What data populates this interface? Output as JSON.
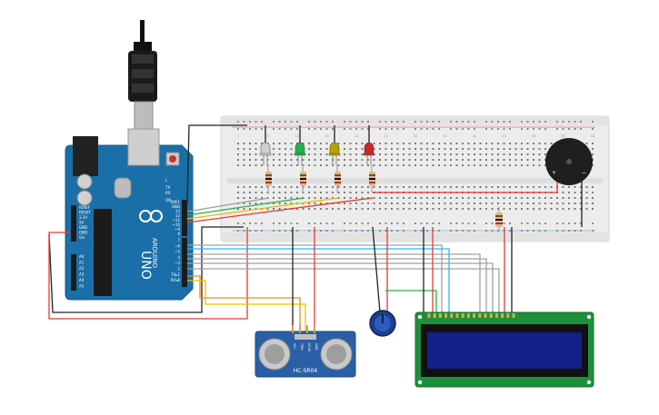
{
  "arduino": {
    "brand": "ARDUINO",
    "model": "UNO",
    "header_top_labels": [
      "AREF",
      "GND",
      "13",
      "12",
      "~11",
      "~10",
      "~9",
      "8"
    ],
    "header_bottom_labels": [
      "7",
      "~6",
      "~5",
      "4",
      "~3",
      "2",
      "TX▸1",
      "RX◂0"
    ],
    "power_labels": [
      "IOREF",
      "RESET",
      "3.3V",
      "5V",
      "GND",
      "GND",
      "Vin"
    ],
    "analog_labels": [
      "A0",
      "A1",
      "A2",
      "A3",
      "A4",
      "A5"
    ],
    "tx_label": "TX",
    "rx_label": "RX",
    "l_label": "L",
    "on_label": "ON"
  },
  "ultrasonic": {
    "model": "HC-SR04",
    "pin_labels": [
      "VCC",
      "TRIG",
      "ECHO",
      "GND"
    ]
  },
  "buzzer": {
    "plus": "+",
    "minus": "−"
  },
  "breadboard": {
    "column_numbers": [
      "1",
      "5",
      "10",
      "15",
      "20",
      "25",
      "30",
      "35",
      "40",
      "45",
      "50",
      "55",
      "60"
    ],
    "row_letters_top": [
      "j",
      "i",
      "h",
      "g",
      "f"
    ],
    "row_letters_bottom": [
      "e",
      "d",
      "c",
      "b",
      "a"
    ]
  },
  "leds": [
    {
      "color_name": "white",
      "color": "#cfcfcf"
    },
    {
      "color_name": "green",
      "color": "#22b14c"
    },
    {
      "color_name": "yellow",
      "color": "#b5a300"
    },
    {
      "color_name": "red",
      "color": "#c62828"
    }
  ],
  "lcd": {
    "pin_count": 16
  },
  "colors": {
    "board_blue": "#1a6fa8",
    "breadboard": "#ececec",
    "lcd_green": "#1e8f3a",
    "lcd_screen": "#16208a",
    "sensor_blue": "#2a5fa8"
  }
}
